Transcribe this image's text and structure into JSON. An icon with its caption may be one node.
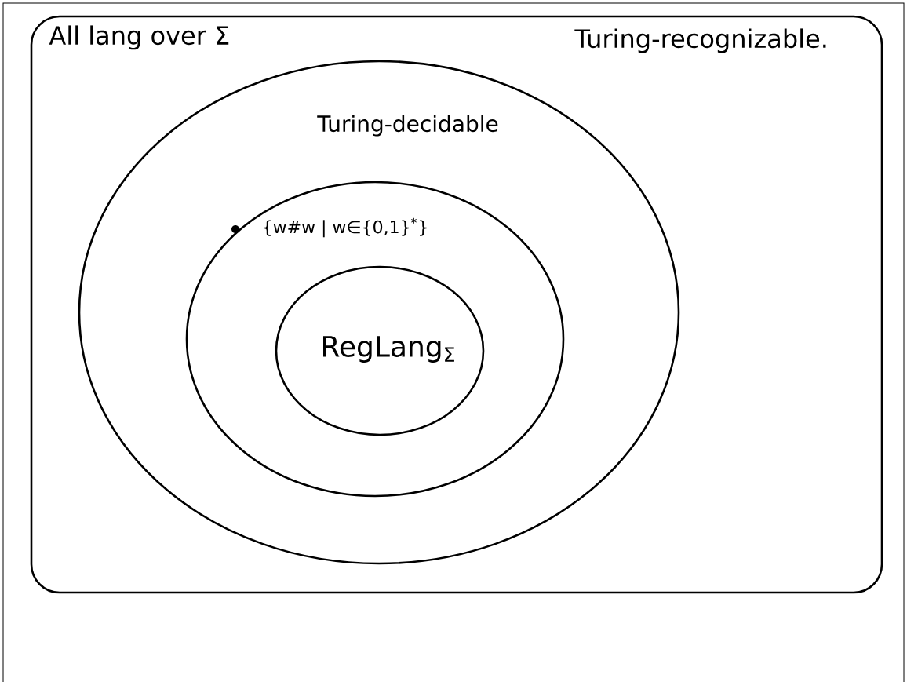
{
  "diagram": {
    "nodes": [
      {
        "text": [
          "All lang over Σ",
          "Turing-recognizable."
        ]
      },
      {
        "text": [
          "Turing-decidable"
        ],
        "in": 0
      },
      {
        "text": [
          "{w#w | w∈{0,1}$^{*}$}"
        ],
        "in": 1
      },
      {
        "text": [
          "RegLang$_{Σ}$"
        ],
        "in": 2
      }
    ]
  }
}
